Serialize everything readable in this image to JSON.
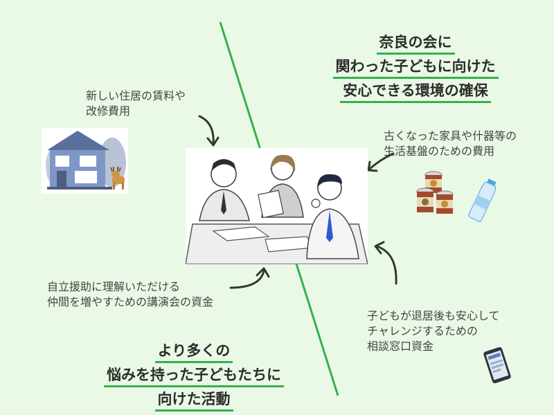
{
  "headline_top": {
    "lines": [
      "奈良の会に",
      "関わった子どもに向けた",
      "安心できる環境の確保"
    ]
  },
  "headline_bottom": {
    "lines": [
      "より多くの",
      "悩みを持った子どもたちに",
      "向けた活動"
    ]
  },
  "captions": {
    "housing": [
      "新しい住居の賃料や",
      "改修費用"
    ],
    "furniture": [
      "古くなった家具や什器等の",
      "生活基盤のための費用"
    ],
    "lecture": [
      "自立援助に理解いただける",
      "仲間を増やすための講演会の資金"
    ],
    "consult": [
      "子どもが退居後も安心して",
      "チャレンジするための",
      "相談窓口資金"
    ]
  },
  "colors": {
    "background": "#e9f9e6",
    "accent_green": "#35b04a",
    "text": "#3a3a3a"
  },
  "icons": [
    "house-icon",
    "deer-icon",
    "canned-food-icon",
    "water-bottle-icon",
    "smartphone-icon",
    "meeting-illustration",
    "curved-arrow-icon"
  ]
}
